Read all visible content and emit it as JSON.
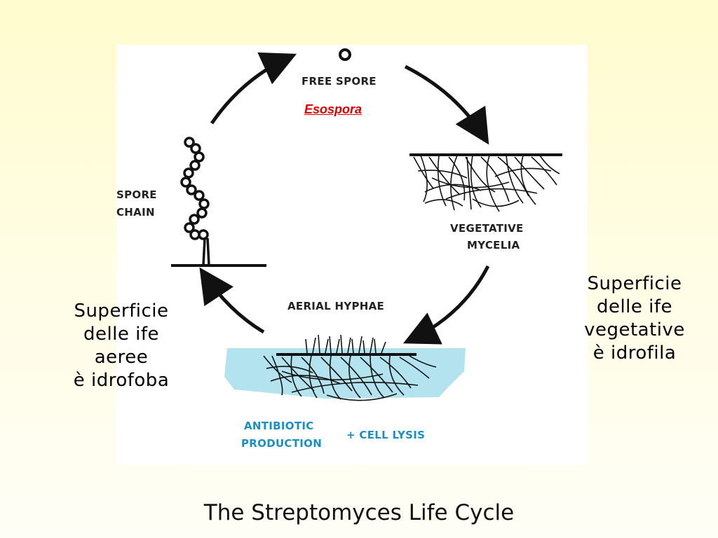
{
  "diagram": {
    "stage_labels": {
      "free_spore": "FREE SPORE",
      "vegetative_mycelia_line1": "VEGETATIVE",
      "vegetative_mycelia_line2": "MYCELIA",
      "aerial_hyphae": "AERIAL HYPHAE",
      "spore_chain_line1": "SPORE",
      "spore_chain_line2": "CHAIN",
      "antibiotic_line1": "ANTIBIOTIC",
      "antibiotic_line2": "PRODUCTION",
      "cell_lysis": "+ CELL LYSIS"
    },
    "annotation_esospora": "Esospora",
    "title": "The Streptomyces Life Cycle"
  },
  "notes": {
    "left": [
      "Superficie",
      "delle ife",
      "aeree",
      "è idrofoba"
    ],
    "right": [
      "Superficie",
      "delle ife",
      "vegetative",
      "è idrofila"
    ]
  },
  "colors": {
    "water": "#b3e3ee",
    "blue_text": "#1a8fc4",
    "esospora": "#e00000",
    "background": "#fffccf"
  }
}
